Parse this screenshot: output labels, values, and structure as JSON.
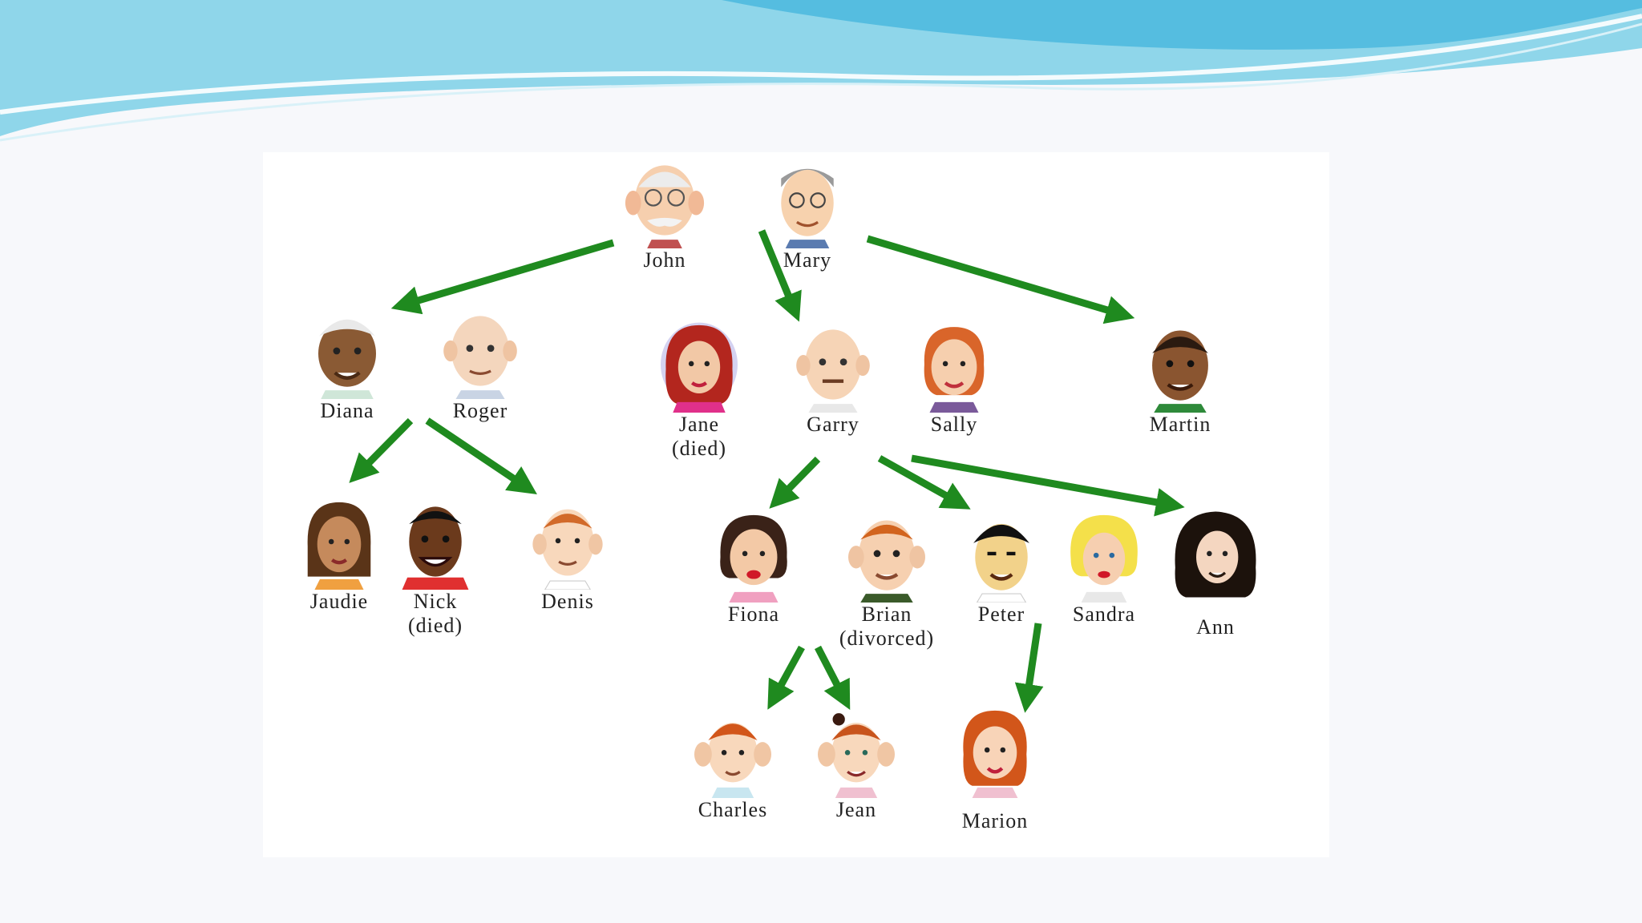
{
  "slide": {
    "colors": {
      "banner_light": "#bfe9f5",
      "banner_mid": "#7fd0e6",
      "banner_dark": "#3aa9cf",
      "arrow": "#1f8a1f",
      "background": "#f7f8fb"
    }
  },
  "family_tree": {
    "people": [
      {
        "id": "john",
        "name": "John",
        "note": ""
      },
      {
        "id": "mary",
        "name": "Mary",
        "note": ""
      },
      {
        "id": "diana",
        "name": "Diana",
        "note": ""
      },
      {
        "id": "roger",
        "name": "Roger",
        "note": ""
      },
      {
        "id": "jane",
        "name": "Jane",
        "note": "(died)"
      },
      {
        "id": "garry",
        "name": "Garry",
        "note": ""
      },
      {
        "id": "sally",
        "name": "Sally",
        "note": ""
      },
      {
        "id": "martin",
        "name": "Martin",
        "note": ""
      },
      {
        "id": "jaudie",
        "name": "Jaudie",
        "note": ""
      },
      {
        "id": "nick",
        "name": "Nick",
        "note": "(died)"
      },
      {
        "id": "denis",
        "name": "Denis",
        "note": ""
      },
      {
        "id": "fiona",
        "name": "Fiona",
        "note": ""
      },
      {
        "id": "brian",
        "name": "Brian",
        "note": "(divorced)"
      },
      {
        "id": "peter",
        "name": "Peter",
        "note": ""
      },
      {
        "id": "sandra",
        "name": "Sandra",
        "note": ""
      },
      {
        "id": "ann",
        "name": "Ann",
        "note": ""
      },
      {
        "id": "charles",
        "name": "Charles",
        "note": ""
      },
      {
        "id": "jean",
        "name": "Jean",
        "note": ""
      },
      {
        "id": "marion",
        "name": "Marion",
        "note": ""
      }
    ],
    "edges": [
      {
        "from": "john-mary",
        "to": "diana"
      },
      {
        "from": "john-mary",
        "to": "garry"
      },
      {
        "from": "john-mary",
        "to": "martin"
      },
      {
        "from": "diana-roger",
        "to": "jaudie"
      },
      {
        "from": "diana-roger",
        "to": "denis"
      },
      {
        "from": "garry",
        "to": "fiona"
      },
      {
        "from": "garry",
        "to": "peter"
      },
      {
        "from": "garry",
        "to": "ann"
      },
      {
        "from": "fiona-brian",
        "to": "charles"
      },
      {
        "from": "fiona-brian",
        "to": "jean"
      },
      {
        "from": "peter",
        "to": "marion"
      }
    ]
  }
}
